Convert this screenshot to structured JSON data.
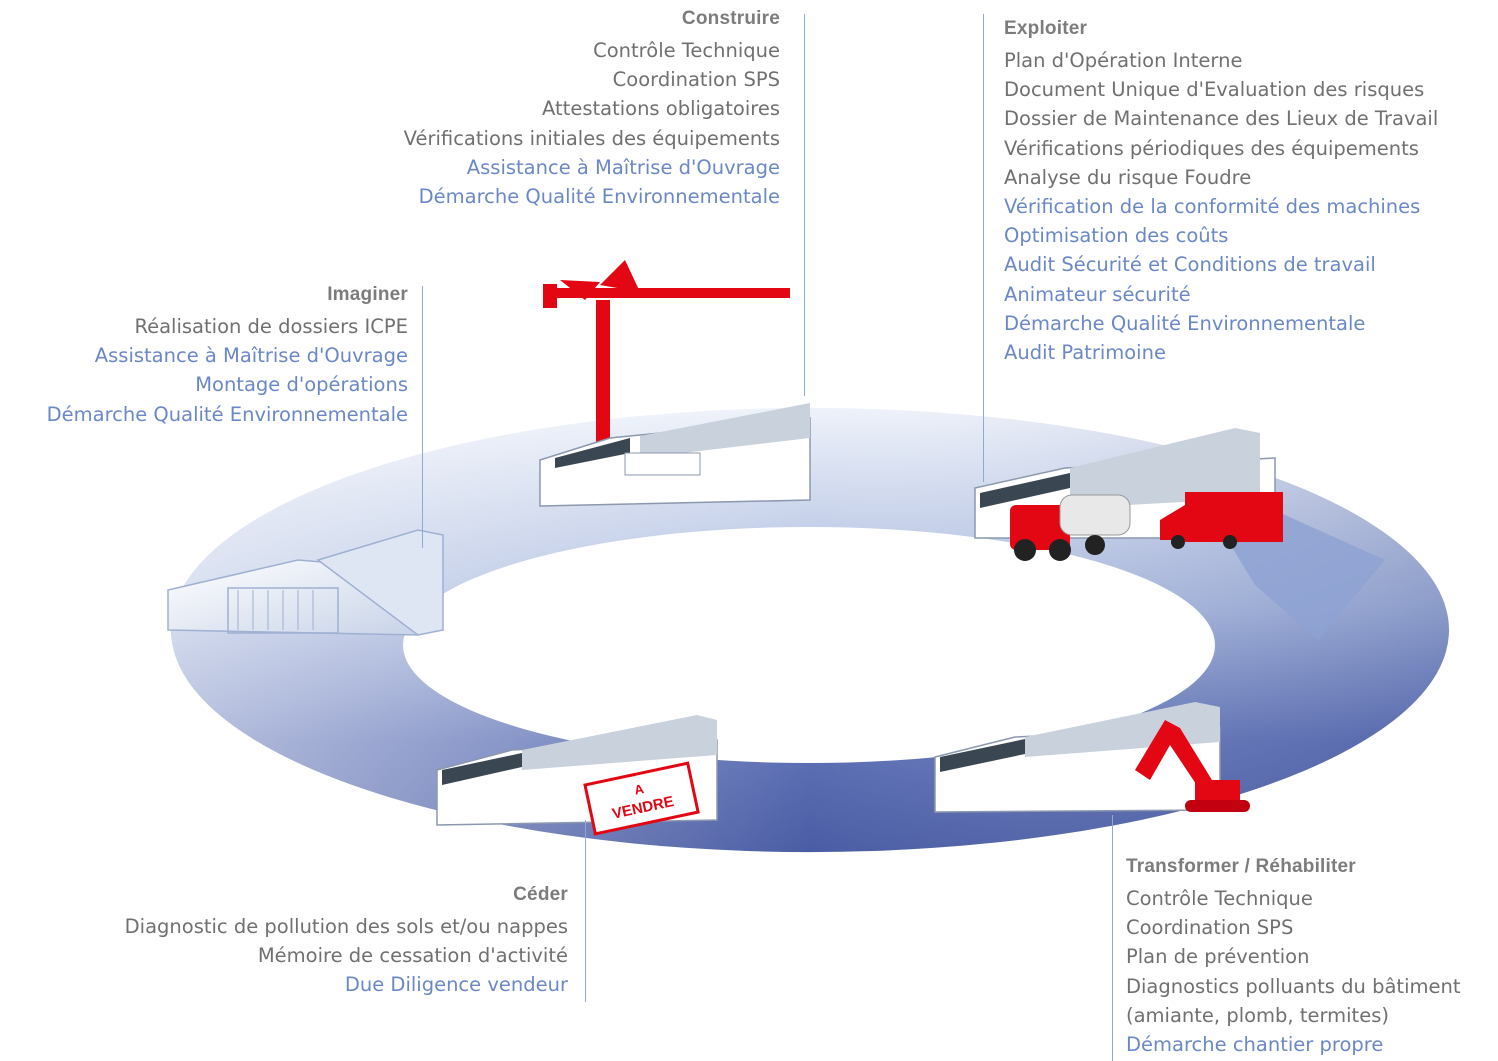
{
  "stages": {
    "construire": {
      "title": "Construire",
      "items": [
        {
          "text": "Contrôle Technique",
          "highlight": false
        },
        {
          "text": "Coordination SPS",
          "highlight": false
        },
        {
          "text": "Attestations obligatoires",
          "highlight": false
        },
        {
          "text": "Vérifications initiales des équipements",
          "highlight": false
        },
        {
          "text": "Assistance à Maîtrise d'Ouvrage",
          "highlight": true
        },
        {
          "text": "Démarche Qualité Environnementale",
          "highlight": true
        }
      ]
    },
    "exploiter": {
      "title": "Exploiter",
      "items": [
        {
          "text": "Plan d'Opération Interne",
          "highlight": false
        },
        {
          "text": "Document Unique d'Evaluation des risques",
          "highlight": false
        },
        {
          "text": "Dossier de Maintenance des Lieux de Travail",
          "highlight": false
        },
        {
          "text": "Vérifications périodiques des équipements",
          "highlight": false
        },
        {
          "text": "Analyse du risque Foudre",
          "highlight": false
        },
        {
          "text": "Vérification de la conformité des machines",
          "highlight": true
        },
        {
          "text": "Optimisation des coûts",
          "highlight": true
        },
        {
          "text": "Audit Sécurité et Conditions de travail",
          "highlight": true
        },
        {
          "text": "Animateur sécurité",
          "highlight": true
        },
        {
          "text": "Démarche Qualité Environnementale",
          "highlight": true
        },
        {
          "text": "Audit Patrimoine",
          "highlight": true
        }
      ]
    },
    "imaginer": {
      "title": "Imaginer",
      "items": [
        {
          "text": "Réalisation de dossiers ICPE",
          "highlight": false
        },
        {
          "text": "Assistance à Maîtrise d'Ouvrage",
          "highlight": true
        },
        {
          "text": "Montage d'opérations",
          "highlight": true
        },
        {
          "text": "Démarche Qualité Environnementale",
          "highlight": true
        }
      ]
    },
    "ceder": {
      "title": "Céder",
      "items": [
        {
          "text": "Diagnostic de pollution des sols et/ou nappes",
          "highlight": false
        },
        {
          "text": "Mémoire de cessation d'activité",
          "highlight": false
        },
        {
          "text": "Due Diligence vendeur",
          "highlight": true
        }
      ]
    },
    "transformer": {
      "title": "Transformer / Réhabiliter",
      "items": [
        {
          "text": "Contrôle Technique",
          "highlight": false
        },
        {
          "text": "Coordination SPS",
          "highlight": false
        },
        {
          "text": "Plan de prévention",
          "highlight": false
        },
        {
          "text": "Diagnostics polluants du bâtiment",
          "highlight": false
        },
        {
          "text": "(amiante, plomb, termites)",
          "highlight": false
        },
        {
          "text": "Démarche chantier propre",
          "highlight": true
        }
      ]
    }
  },
  "stamp": {
    "line1": "A",
    "line2": "VENDRE"
  },
  "colors": {
    "ring_light": "#dfe6f4",
    "ring_dark": "#4d5fa6",
    "accent_red": "#e30613",
    "text_gray": "#707070",
    "text_blue": "#6b88c6"
  },
  "icons": [
    "crane-icon",
    "building-icon",
    "tanker-truck-icon",
    "box-truck-icon",
    "excavator-icon",
    "sale-stamp-icon"
  ]
}
